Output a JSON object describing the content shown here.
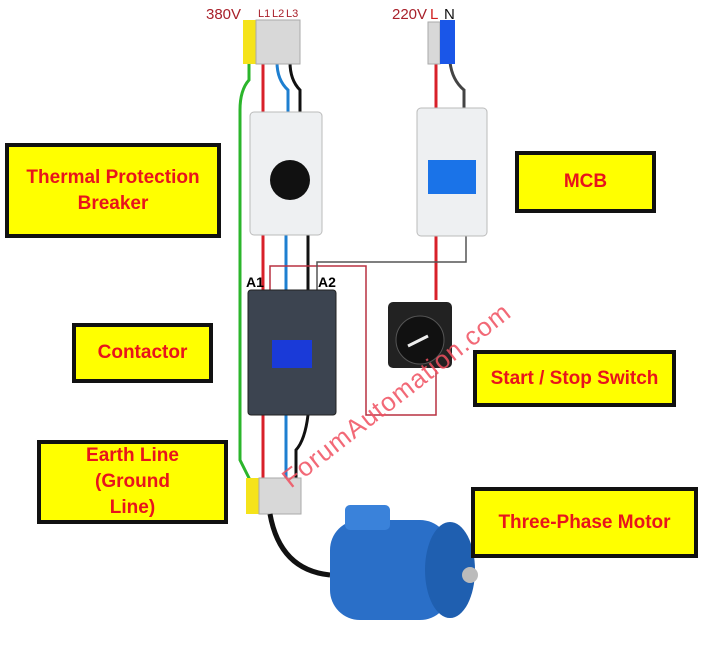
{
  "voltages": {
    "three_phase": "380V",
    "single_phase": "220V",
    "l1": "L1",
    "l2": "L2",
    "l3": "L3",
    "l": "L",
    "n": "N"
  },
  "terminals": {
    "a1": "A1",
    "a2": "A2"
  },
  "labels": {
    "thermal": "Thermal Protection Breaker",
    "mcb": "MCB",
    "contactor": "Contactor",
    "switch": "Start / Stop Switch",
    "earth": "Earth Line (Ground Line)",
    "motor": "Three-Phase Motor"
  },
  "watermark": "ForumAutomation.com",
  "colors": {
    "label_bg": "#ffff00",
    "label_text": "#e8141c",
    "wire_red": "#d8202a",
    "wire_blue": "#1e7fd0",
    "wire_black": "#111111",
    "wire_green": "#2bb52b"
  }
}
